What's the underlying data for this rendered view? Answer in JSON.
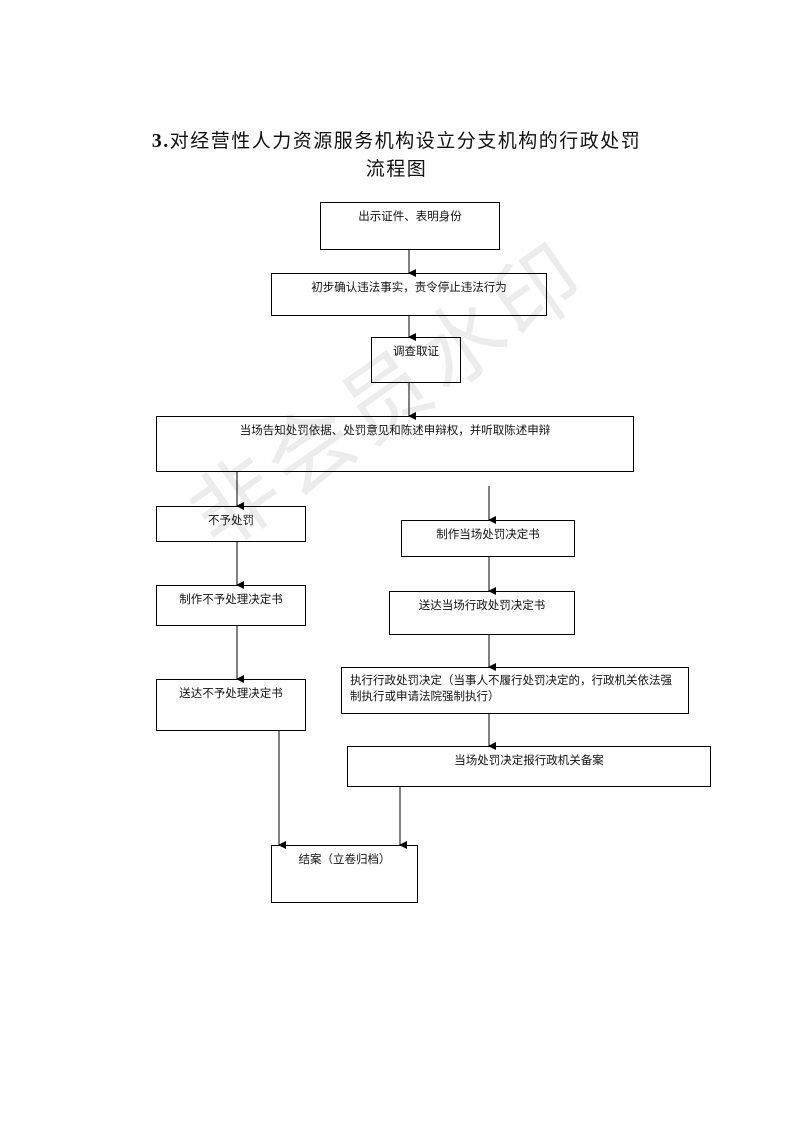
{
  "title": {
    "number": "3.",
    "line1": "对经营性人力资源服务机构设立分支机构的行政处罚",
    "line2": "流程图"
  },
  "watermark": "非会员水印",
  "steps": {
    "show_id": "出示证件、表明身份",
    "confirm": "初步确认违法事实，责令停止违法行为",
    "investigate": "调查取证",
    "notify": "当场告知处罚依据、处罚意见和陈述申辩权，并听取陈述申辩",
    "no_penalty": "不予处罚",
    "make_no_penalty": "制作不予处理决定书",
    "deliver_no_penalty": "送达不予处理决定书",
    "make_decision": "制作当场处罚决定书",
    "deliver_decision": "送达当场行政处罚决定书",
    "execute": "执行行政处罚决定（当事人不履行处罚决定的，行政机关依法强制执行或申请法院强制执行）",
    "report": "当场处罚决定报行政机关备案",
    "close": "结案（立卷归档）"
  }
}
